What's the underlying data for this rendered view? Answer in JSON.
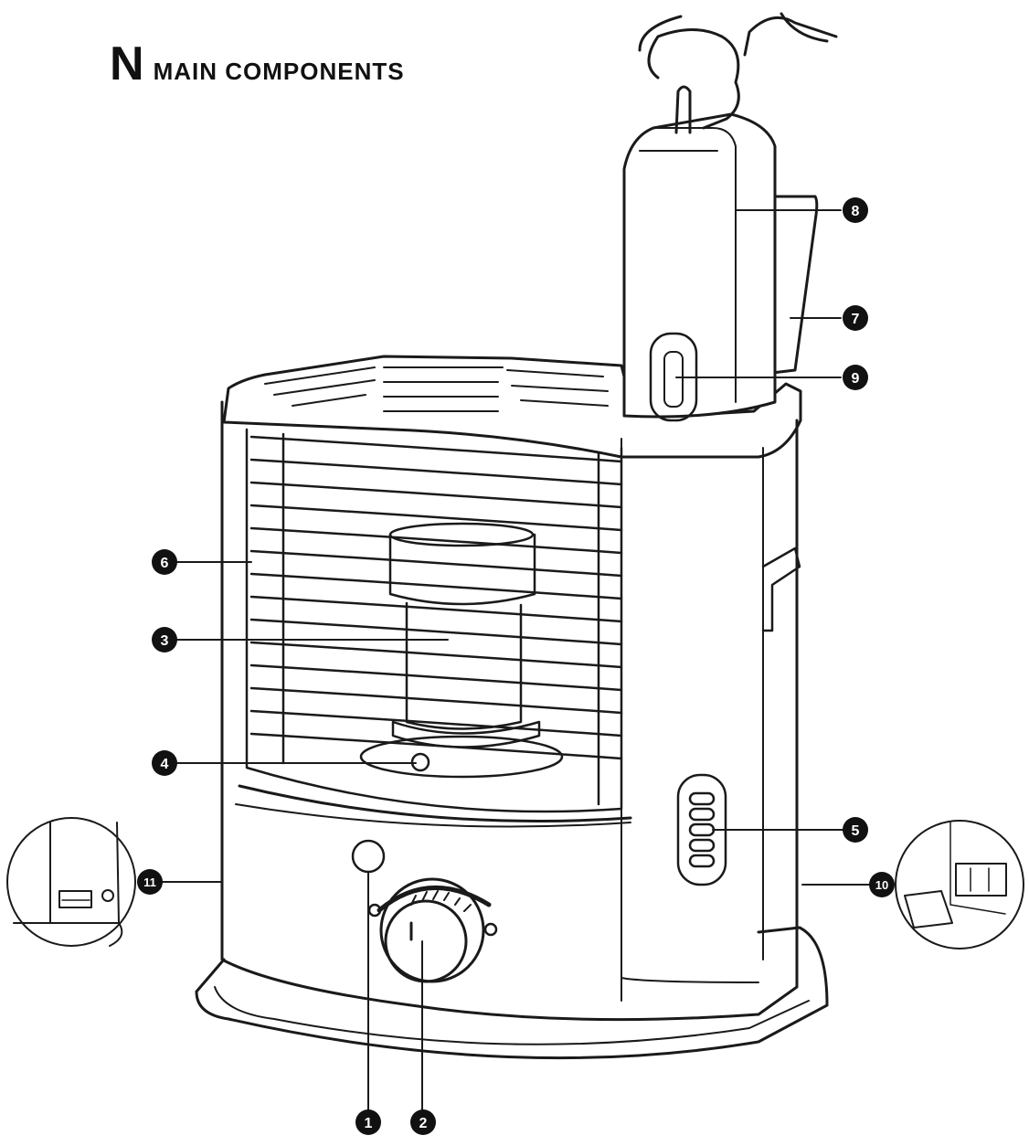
{
  "header": {
    "section_letter": "N",
    "title": "MAIN COMPONENTS"
  },
  "callouts": [
    {
      "number": "1"
    },
    {
      "number": "2"
    },
    {
      "number": "3"
    },
    {
      "number": "4"
    },
    {
      "number": "5"
    },
    {
      "number": "6"
    },
    {
      "number": "7"
    },
    {
      "number": "8"
    },
    {
      "number": "9"
    },
    {
      "number": "10"
    },
    {
      "number": "11"
    }
  ],
  "colors": {
    "line": "#1a1a1a",
    "fill": "#ffffff",
    "callout": "#111111"
  }
}
